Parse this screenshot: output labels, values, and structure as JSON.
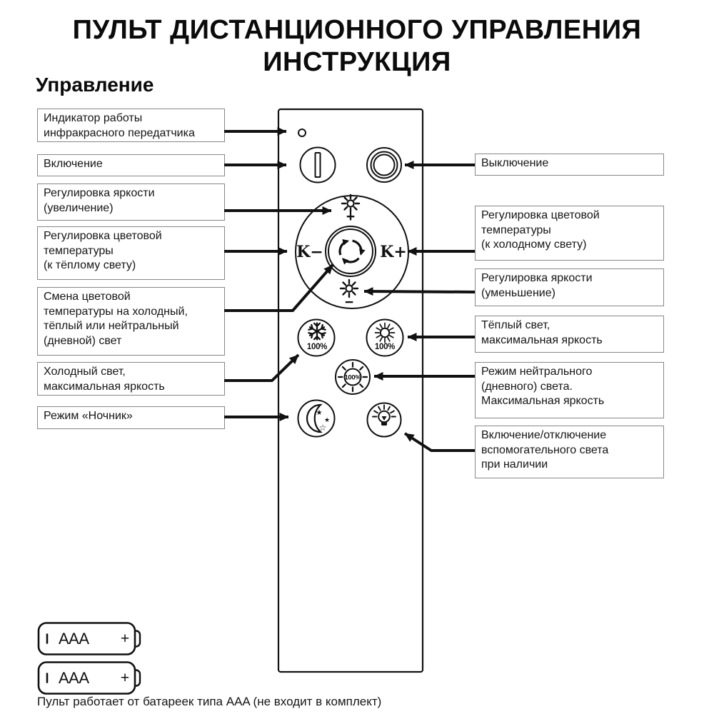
{
  "title": {
    "line1": "ПУЛЬТ ДИСТАНЦИОННОГО УПРАВЛЕНИЯ",
    "line2": "ИНСТРУКЦИЯ"
  },
  "section": {
    "heading": "Управление"
  },
  "left_labels": [
    {
      "text": "Индикатор работы\nинфракрасного передатчика"
    },
    {
      "text": "Включение"
    },
    {
      "text": "Регулировка яркости\n(увеличение)"
    },
    {
      "text": "Регулировка цветовой\nтемпературы\n(к тёплому свету)"
    },
    {
      "text": "Смена цветовой\nтемпературы на холодный,\nтёплый или нейтральный\n(дневной) свет"
    },
    {
      "text": "Холодный свет,\nмаксимальная яркость"
    },
    {
      "text": "Режим «Ночник»"
    }
  ],
  "right_labels": [
    {
      "text": "Выключение"
    },
    {
      "text": "Регулировка цветовой\nтемпературы\n(к холодному свету)"
    },
    {
      "text": "Регулировка яркости\n(уменьшение)"
    },
    {
      "text": "Тёплый свет,\nмаксимальная яркость"
    },
    {
      "text": "Режим нейтрального\n(дневного) света.\nМаксимальная яркость"
    },
    {
      "text": "Включение/отключение\nвспомогательного света\nпри наличии"
    }
  ],
  "remote": {
    "k_minus": "K−",
    "k_plus": "K+",
    "brightness_up_sign": "+",
    "brightness_down_sign": "−",
    "cold_max_percent": "100%",
    "warm_max_percent": "100%",
    "neutral_max_percent": "100%"
  },
  "batteries": {
    "cells": [
      {
        "type": "AAA",
        "polarity_plus": "+"
      },
      {
        "type": "AAA",
        "polarity_plus": "+"
      }
    ]
  },
  "footer": {
    "note": "Пульт работает от батареек типа AAA (не входит в комплект)"
  },
  "icons": {
    "ir-indicator": "small circle",
    "power-on-icon": "circle with vertical bar",
    "power-off-icon": "concentric rings",
    "brightness-up-icon": "sun with plus",
    "brightness-down-icon": "sun with minus",
    "color-cycle-icon": "circular rotate arrows",
    "snowflake-icon": "snowflake (cold light)",
    "sun-icon": "sun rays (warm light)",
    "neutral-light-icon": "sun outline with 100%",
    "moon-stars-icon": "crescent moon with stars",
    "bulb-icon": "light bulb with rays",
    "battery-icon": "AAA battery outline"
  },
  "colors": {
    "line": "#111111",
    "box_border": "#878787",
    "text": "#121212",
    "background": "#ffffff"
  }
}
